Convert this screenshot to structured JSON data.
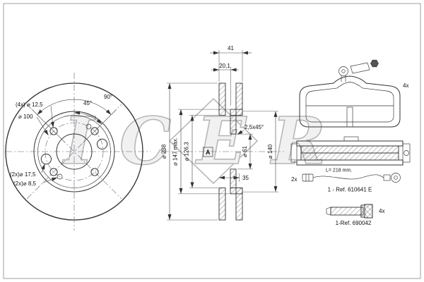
{
  "watermark": {
    "text": "ICER",
    "color": "#b8b8b8"
  },
  "front_view": {
    "label_bolt_holes": "(4x) ⌀ 12,5",
    "label_pcd": "⌀ 100",
    "angle_45": "45°",
    "angle_90": "90°",
    "label_holes_17_5": "(2x)⌀ 17,5",
    "label_holes_8_5": "(2x)⌀ 8,5"
  },
  "section_view": {
    "width_total": "41",
    "width_hat": "20,1",
    "dia_outer": "⌀ 238",
    "dia_max": "⌀ 147 máx.",
    "dia_friction_inner": "⌀ 126,3",
    "chamfer": "2,5x45°",
    "dia_bore": "⌀ 61",
    "dia_flange": "⌀ 140",
    "depth": "35",
    "section_mark": "A"
  },
  "pads": {
    "pad_qty": "4x",
    "sensor_qty": "2x",
    "sensor_length": "L= 218 mm.",
    "sensor_ref": "1 - Ref. 610641 E",
    "pin_qty": "4x",
    "pin_ref": "1-Ref. 690042"
  }
}
